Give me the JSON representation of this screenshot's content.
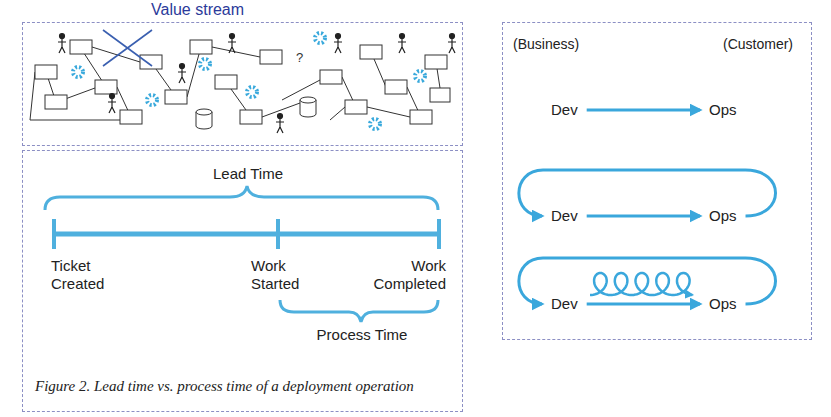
{
  "diagram": {
    "caption": "Figure 2. Lead time vs. process time of a deployment operation",
    "nodes": [
      {
        "text": [
          "Value stream"
        ]
      },
      {
        "text": [
          "Lead Time",
          "Ticket Created",
          "Work Started",
          "Work Completed",
          "Process Time"
        ]
      },
      {
        "text": [
          "(Business)",
          "(Customer)"
        ]
      },
      {
        "text": [
          "Dev"
        ],
        "in": 2
      },
      {
        "text": [
          "Ops"
        ],
        "in": 2
      },
      {
        "text": [
          "Dev"
        ],
        "in": 2
      },
      {
        "text": [
          "Ops"
        ],
        "in": 2
      },
      {
        "text": [
          "Dev"
        ],
        "in": 2
      },
      {
        "text": [
          "Ops"
        ],
        "in": 2
      }
    ],
    "edges": [
      {
        "from": 3,
        "to": 4,
        "arrow": "to"
      },
      {
        "from": 5,
        "to": 6,
        "arrow": "to"
      },
      {
        "from": 6,
        "to": 5,
        "arrow": "to"
      },
      {
        "from": 7,
        "to": 8,
        "arrow": "to"
      },
      {
        "from": 8,
        "to": 7,
        "arrow": "to"
      }
    ],
    "labels": [
      "?"
    ]
  }
}
